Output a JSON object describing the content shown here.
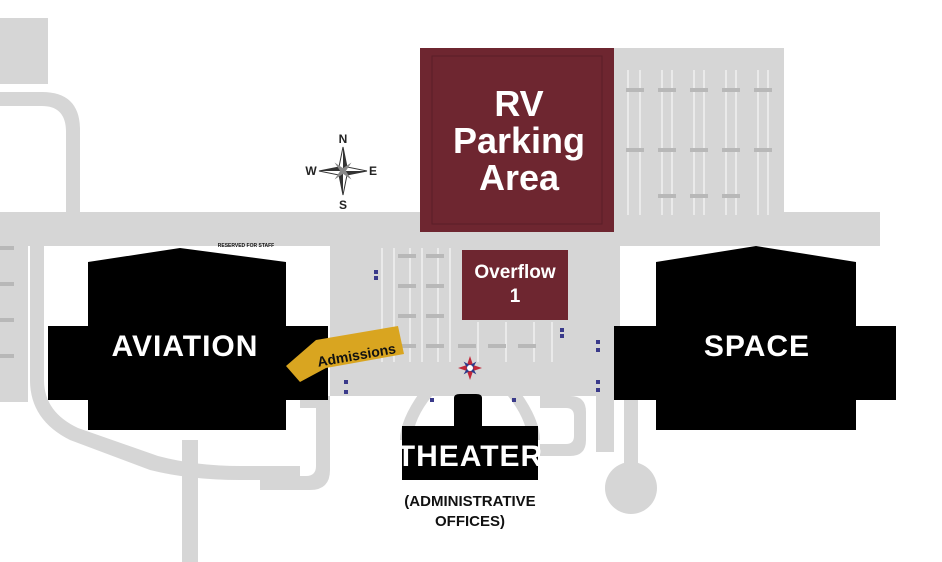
{
  "map": {
    "buildings": {
      "aviation": "AVIATION",
      "space": "SPACE",
      "theater": "THEATER",
      "theater_sub_1": "(ADMINISTRATIVE",
      "theater_sub_2": "OFFICES)"
    },
    "parking": {
      "rv_1": "RV",
      "rv_2": "Parking",
      "rv_3": "Area",
      "overflow_1": "Overflow",
      "overflow_2": "1",
      "reserved_staff": "RESERVED FOR STAFF"
    },
    "admissions": "Admissions",
    "compass": {
      "n": "N",
      "s": "S",
      "e": "E",
      "w": "W"
    },
    "colors": {
      "road": "#d6d6d6",
      "lot_line": "#ffffff",
      "building": "#000000",
      "rv": "#6e2630",
      "admissions": "#d9a520"
    }
  }
}
